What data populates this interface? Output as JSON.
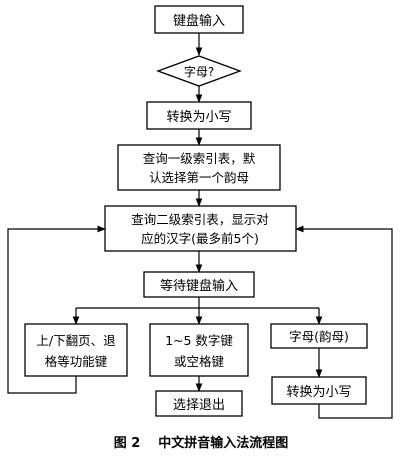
{
  "nodes": {
    "keyboard_input": "键盘输入",
    "is_letter": "字母?",
    "to_lower_1": "转换为小写",
    "query_level1": [
      "查询一级索引表，默",
      "认选择第一个韵母"
    ],
    "query_level2": [
      "查询二级索引表，显示对",
      "应的汉字(最多前5个)"
    ],
    "wait_input": "等待键盘输入",
    "page_backspace": [
      "上/下翻页、退",
      "格等功能键"
    ],
    "digit_space": [
      "1~5 数字键",
      "或空格键"
    ],
    "letter_final": "字母(韵母)",
    "select_exit": "选择退出",
    "to_lower_2": "转换为小写"
  },
  "caption": {
    "figure_number": "图 2",
    "title": "中文拼音输入法流程图"
  }
}
